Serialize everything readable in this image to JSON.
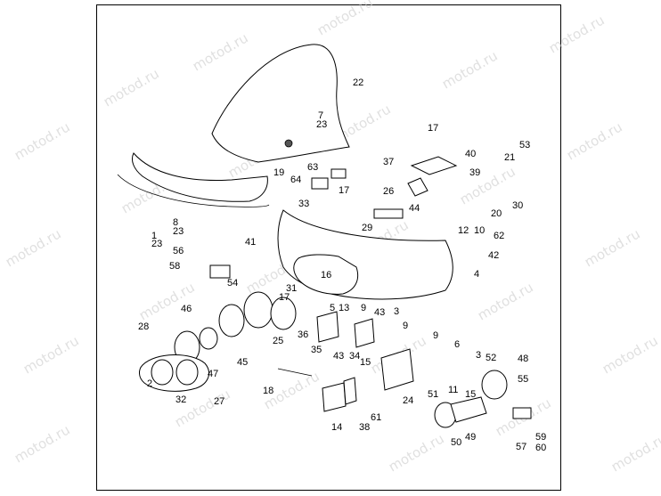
{
  "watermark": "motod.ru",
  "labels": [
    "22",
    "7",
    "23",
    "17",
    "19",
    "40",
    "37",
    "39",
    "53",
    "21",
    "63",
    "64",
    "33",
    "17",
    "26",
    "44",
    "20",
    "30",
    "8",
    "23",
    "1",
    "23",
    "29",
    "12",
    "10",
    "62",
    "41",
    "42",
    "56",
    "58",
    "54",
    "16",
    "4",
    "46",
    "31",
    "17",
    "5",
    "13",
    "9",
    "43",
    "3",
    "36",
    "9",
    "28",
    "25",
    "35",
    "43",
    "34",
    "15",
    "9",
    "6",
    "45",
    "3",
    "52",
    "48",
    "47",
    "11",
    "15",
    "55",
    "2",
    "18",
    "24",
    "51",
    "32",
    "27",
    "61",
    "14",
    "38",
    "50",
    "49",
    "59",
    "60",
    "57"
  ]
}
